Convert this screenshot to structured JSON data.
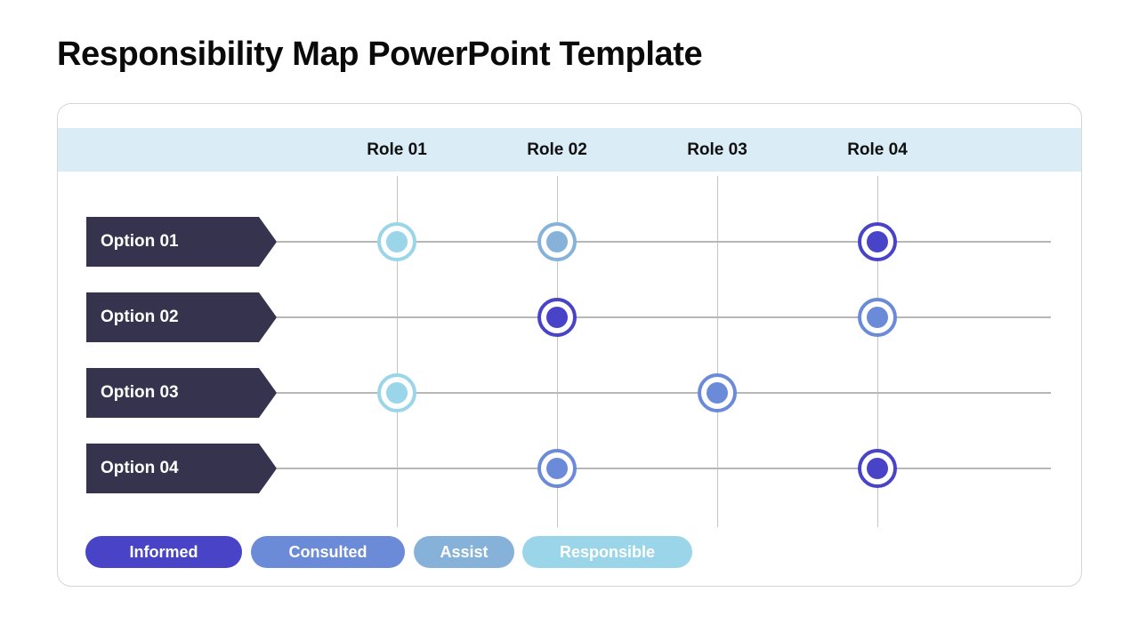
{
  "title": "Responsibility Map PowerPoint Template",
  "matrix": {
    "columns": [
      {
        "label": "Role 01"
      },
      {
        "label": "Role 02"
      },
      {
        "label": "Role 03"
      },
      {
        "label": "Role 04"
      }
    ],
    "rows": [
      {
        "label": "Option 01"
      },
      {
        "label": "Option 02"
      },
      {
        "label": "Option 03"
      },
      {
        "label": "Option 04"
      }
    ],
    "markers": [
      {
        "row": 0,
        "col": 0,
        "level": "responsible"
      },
      {
        "row": 0,
        "col": 1,
        "level": "assist"
      },
      {
        "row": 0,
        "col": 3,
        "level": "informed"
      },
      {
        "row": 1,
        "col": 1,
        "level": "informed"
      },
      {
        "row": 1,
        "col": 3,
        "level": "consulted"
      },
      {
        "row": 2,
        "col": 0,
        "level": "responsible"
      },
      {
        "row": 2,
        "col": 2,
        "level": "consulted"
      },
      {
        "row": 3,
        "col": 1,
        "level": "consulted"
      },
      {
        "row": 3,
        "col": 3,
        "level": "informed"
      }
    ]
  },
  "legend": [
    {
      "label": "Informed",
      "level": "informed"
    },
    {
      "label": "Consulted",
      "level": "consulted"
    },
    {
      "label": "Assist",
      "level": "assist"
    },
    {
      "label": "Responsible",
      "level": "responsible"
    }
  ],
  "colors": {
    "informed": "#4843c7",
    "consulted": "#6b8bd9",
    "assist": "#86b2d9",
    "responsible": "#9bd5ea",
    "header_band": "#daecf6",
    "option_bar": "#36334f",
    "grid_line": "#c4c4c4",
    "track_line": "#b7b7b7"
  }
}
